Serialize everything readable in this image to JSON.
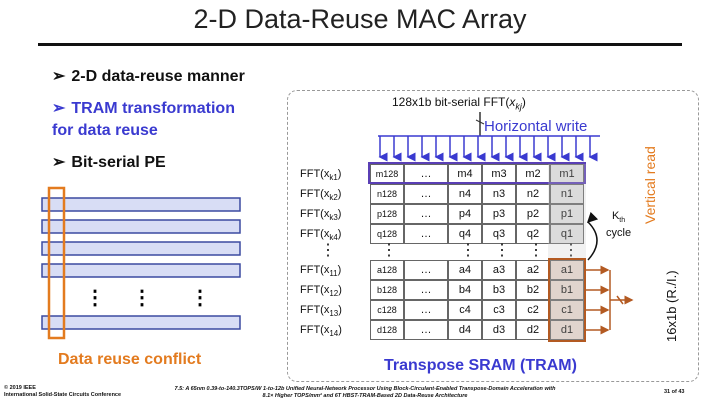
{
  "title": "2-D Data-Reuse MAC Array",
  "bullets": [
    {
      "arrow": "➢",
      "text": "2-D data-reuse manner"
    },
    {
      "arrow": "➢",
      "text1": "TRAM transformation",
      "text2": "for data reuse"
    },
    {
      "arrow": "➢",
      "text": "Bit-serial PE"
    }
  ],
  "left_diagram": {
    "caption": "Data reuse conflict",
    "dots": "⋮",
    "colors": {
      "bar_fill": "#d8ddf5",
      "bar_border": "#3b4aa0",
      "highlight": "#e37b1f"
    }
  },
  "tram": {
    "top_label": "128x1b bit-serial FFT(",
    "top_label_var": "x",
    "top_label_sub": "kj",
    "top_label_close": ")",
    "horizontal_write": "Horizontal write",
    "vertical_read": "Vertical read",
    "read_width": "16x1b (R./I.)",
    "kth_cycle_1": "K",
    "kth_cycle_th": "th",
    "kth_cycle_2": "cycle",
    "caption": "Transpose SRAM (TRAM)",
    "ellipsis": "…",
    "vdots": "⋮",
    "rows_top": [
      {
        "label": "FFT(x",
        "sub": "k1",
        "cells": [
          "m128",
          "…",
          "m4",
          "m3",
          "m2",
          "m1"
        ]
      },
      {
        "label": "FFT(x",
        "sub": "k2",
        "cells": [
          "n128",
          "…",
          "n4",
          "n3",
          "n2",
          "n1"
        ]
      },
      {
        "label": "FFT(x",
        "sub": "k3",
        "cells": [
          "p128",
          "…",
          "p4",
          "p3",
          "p2",
          "p1"
        ]
      },
      {
        "label": "FFT(x",
        "sub": "k4",
        "cells": [
          "q128",
          "…",
          "q4",
          "q3",
          "q2",
          "q1"
        ]
      }
    ],
    "rows_bottom": [
      {
        "label": "FFT(x",
        "sub": "11",
        "cells": [
          "a128",
          "…",
          "a4",
          "a3",
          "a2",
          "a1"
        ]
      },
      {
        "label": "FFT(x",
        "sub": "12",
        "cells": [
          "b128",
          "…",
          "b4",
          "b3",
          "b2",
          "b1"
        ]
      },
      {
        "label": "FFT(x",
        "sub": "13",
        "cells": [
          "c128",
          "…",
          "c4",
          "c3",
          "c2",
          "c1"
        ]
      },
      {
        "label": "FFT(x",
        "sub": "14",
        "cells": [
          "d128",
          "…",
          "d4",
          "d3",
          "d2",
          "d1"
        ]
      }
    ],
    "colors": {
      "write_border": "#5a3fb5",
      "read_fill": "#e9d9cf",
      "read_border": "#b35a22",
      "label_orange": "#e37b1f",
      "label_blue": "#3a3ad0"
    }
  },
  "footer": {
    "left1": "© 2019 IEEE",
    "left2": "International Solid-State Circuits Conference",
    "mid1": "7.5: A 65nm 0.39-to-140.3TOPS/W 1-to-12b Unified Neural-Network Processor Using Block-Circulant-Enabled Transpose-Domain Acceleration with",
    "mid2": "8.1× Higher TOPS/mm² and 6T HBST-TRAM-Based 2D Data-Reuse Architecture",
    "page": "31 of 43"
  }
}
